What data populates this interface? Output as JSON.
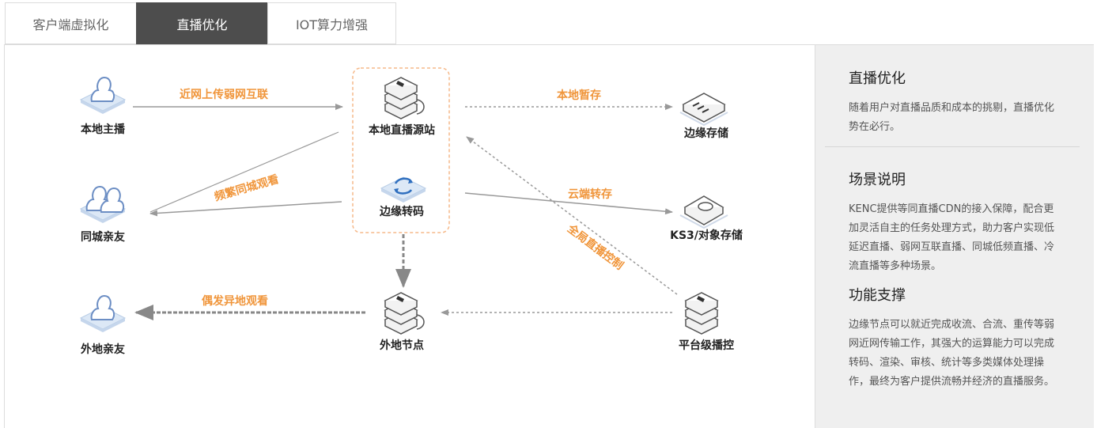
{
  "tabs": [
    {
      "label": "客户端虚拟化",
      "active": false
    },
    {
      "label": "直播优化",
      "active": true
    },
    {
      "label": "IOT算力增强",
      "active": false
    }
  ],
  "diagram": {
    "nodes": {
      "local_anchor": "本地主播",
      "city_friends": "同城亲友",
      "remote_friends": "外地亲友",
      "local_origin": "本地直播源站",
      "edge_transcode": "边缘转码",
      "remote_node": "外地节点",
      "edge_storage": "边缘存储",
      "ks3_storage": "KS3/对象存储",
      "platform_control": "平台级播控"
    },
    "edges": {
      "uplink": "近网上传弱网互联",
      "frequent_view": "频繁同城观看",
      "occasional_view": "偶发异地观看",
      "local_cache": "本地暂存",
      "cloud_forward": "云端转存",
      "global_control": "全局直播控制"
    },
    "colors": {
      "accent": "#f0953a",
      "line": "#999999",
      "dashed_box": "#f6b98a"
    }
  },
  "sidebar": {
    "sections": [
      {
        "title": "直播优化",
        "body": "随着用户对直播品质和成本的挑剔，直播优化势在必行。"
      },
      {
        "title": "场景说明",
        "body": "KENC提供等同直播CDN的接入保障，配合更加灵活自主的任务处理方式，助力客户实现低延迟直播、弱网互联直播、同城低频直播、冷流直播等多种场景。"
      },
      {
        "title": "功能支撑",
        "body": "边缘节点可以就近完成收流、合流、重传等弱网近网传输工作，其强大的运算能力可以完成转码、渲染、审核、统计等多类媒体处理操作，最终为客户提供流畅并经济的直播服务。"
      }
    ]
  }
}
